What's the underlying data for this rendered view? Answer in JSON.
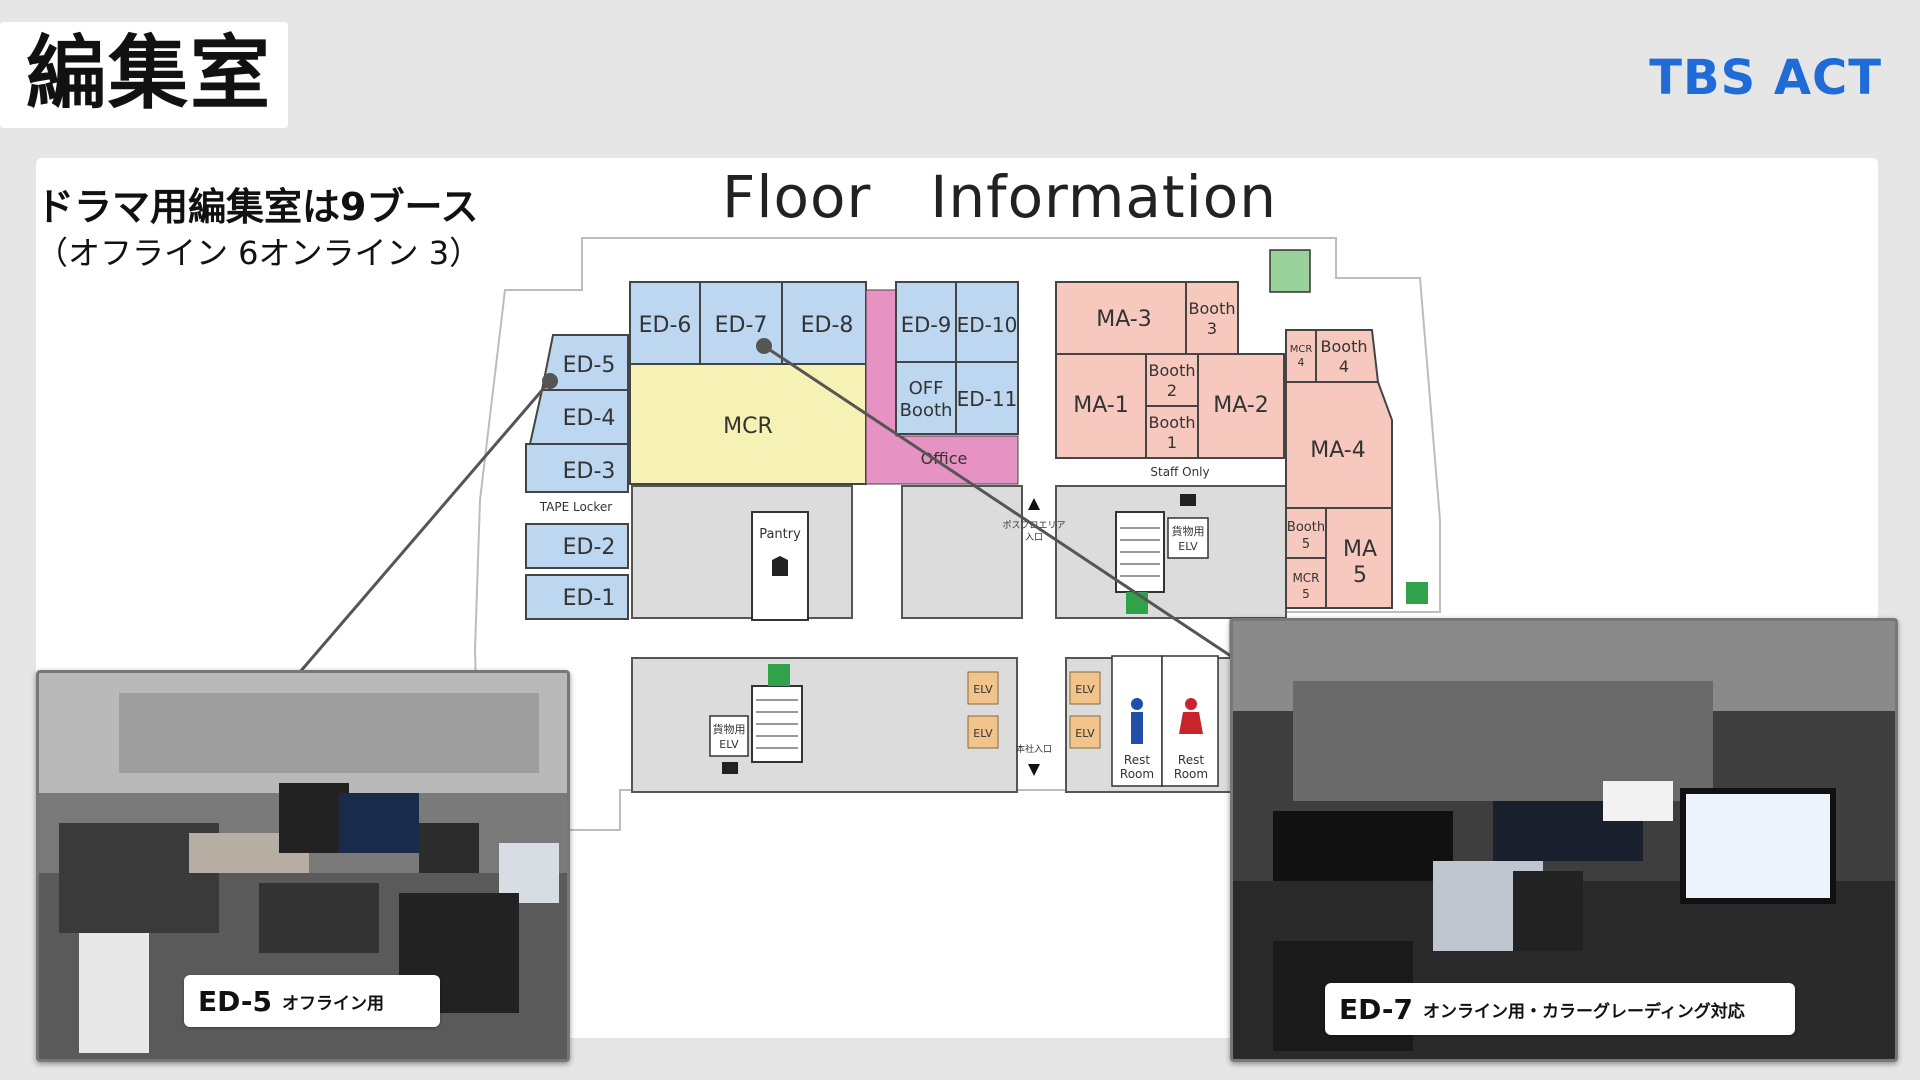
{
  "header": {
    "title": "編集室",
    "brand": "TBS ACT"
  },
  "intro": {
    "line1": "ドラマ用編集室は9ブース",
    "line2": "（オフライン 6オンライン 3）"
  },
  "floor_plan": {
    "title": "Floor　Information",
    "rooms": {
      "ed1": "ED-1",
      "ed2": "ED-2",
      "ed3": "ED-3",
      "ed4": "ED-4",
      "ed5": "ED-5",
      "ed6": "ED-6",
      "ed7": "ED-7",
      "ed8": "ED-8",
      "ed9": "ED-9",
      "ed10": "ED-10",
      "ed11": "ED-11",
      "off_booth_1": "OFF",
      "off_booth_2": "Booth",
      "mcr": "MCR",
      "office": "Office",
      "ma1": "MA-1",
      "ma2": "MA-2",
      "ma3": "MA-3",
      "ma4": "MA-4",
      "ma5_1": "MA",
      "ma5_2": "5",
      "booth": "Booth",
      "booth1": "1",
      "booth2": "2",
      "booth3": "3",
      "booth4": "4",
      "booth5": "5",
      "mcr_small": "MCR",
      "mcr4": "4",
      "mcr5": "5"
    },
    "labels": {
      "tape_locker": "TAPE Locker",
      "pantry": "Pantry",
      "staff_only": "Staff Only",
      "freight_elv_1": "貨物用",
      "freight_elv_2": "ELV",
      "elv": "ELV",
      "rest_room_1": "Rest",
      "rest_room_2": "Room",
      "post_area_1": "ポスプロエリア",
      "post_area_2": "入口",
      "main_entrance": "本社入口"
    },
    "colors": {
      "ed": "#bcd7ef",
      "mcr": "#f6f2b6",
      "office": "#e693c3",
      "ma": "#f7c8bd",
      "corridor": "#dcdcdc",
      "elv": "#f0c48a",
      "exit": "#2fa24a",
      "smoking": "#9bd19b"
    }
  },
  "photos": [
    {
      "room": "ED-5",
      "desc": "オフライン用"
    },
    {
      "room": "ED-7",
      "desc": "オンライン用・カラーグレーディング対応"
    }
  ]
}
